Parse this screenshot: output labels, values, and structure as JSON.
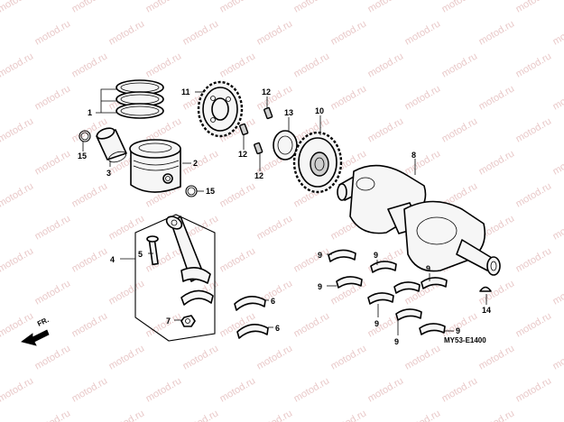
{
  "watermark": "motod.ru",
  "diagram_code": "MY53-E1400",
  "direction_label": "FR.",
  "callouts": {
    "c1": "1",
    "c2": "2",
    "c3": "3",
    "c4": "4",
    "c5": "5",
    "c6a": "6",
    "c6b": "6",
    "c7": "7",
    "c8": "8",
    "c9a": "9",
    "c9b": "9",
    "c9c": "9",
    "c9d": "9",
    "c9e": "9",
    "c9f": "9",
    "c9g": "9",
    "c10": "10",
    "c11": "11",
    "c12a": "12",
    "c12b": "12",
    "c12c": "12",
    "c13": "13",
    "c14": "14",
    "c15a": "15",
    "c15b": "15"
  }
}
